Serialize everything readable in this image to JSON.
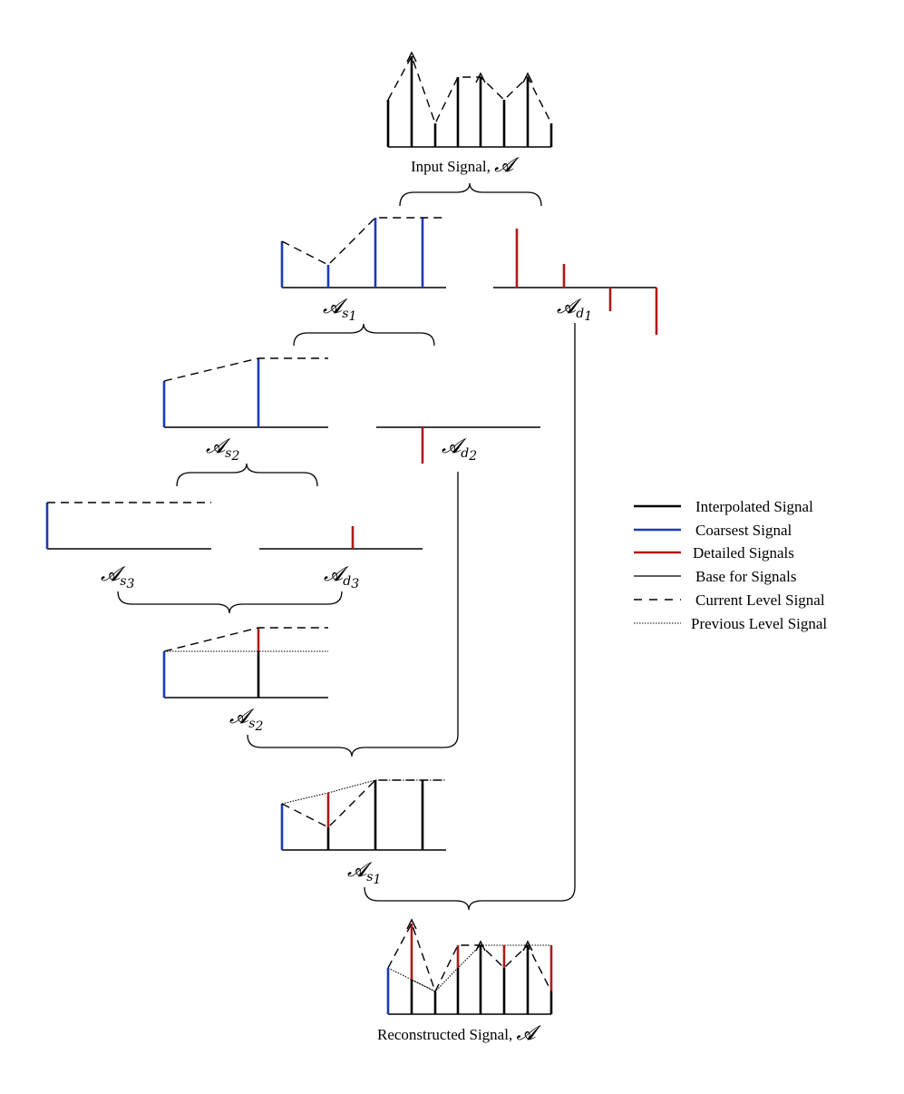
{
  "labels": {
    "input": "Input Signal, ",
    "input_sym": "𝓐",
    "reconstructed": "Reconstructed Signal, ",
    "reconstructed_sym": "𝓐",
    "A": "𝓐",
    "s": "s",
    "d": "d",
    "s1_sub": "1",
    "d1_sub": "1",
    "s2_sub": "2",
    "d2_sub": "2",
    "s3_sub": "3",
    "d3_sub": "3"
  },
  "legend": [
    {
      "label": "Interpolated Signal",
      "style": "interpolated",
      "color": "#000000"
    },
    {
      "label": "Coarsest Signal",
      "style": "coarsest",
      "color": "#1a3ab8"
    },
    {
      "label": "Detailed Signals",
      "style": "detailed",
      "color": "#b01818"
    },
    {
      "label": "Base for Signals",
      "style": "base",
      "color": "#000000"
    },
    {
      "label": "Current Level Signal",
      "style": "current",
      "color": "#000000"
    },
    {
      "label": "Previous Level Signal",
      "style": "previous",
      "color": "#000000"
    }
  ],
  "colors": {
    "blue": "#1a3ab8",
    "red": "#b01818",
    "black": "#000000"
  }
}
